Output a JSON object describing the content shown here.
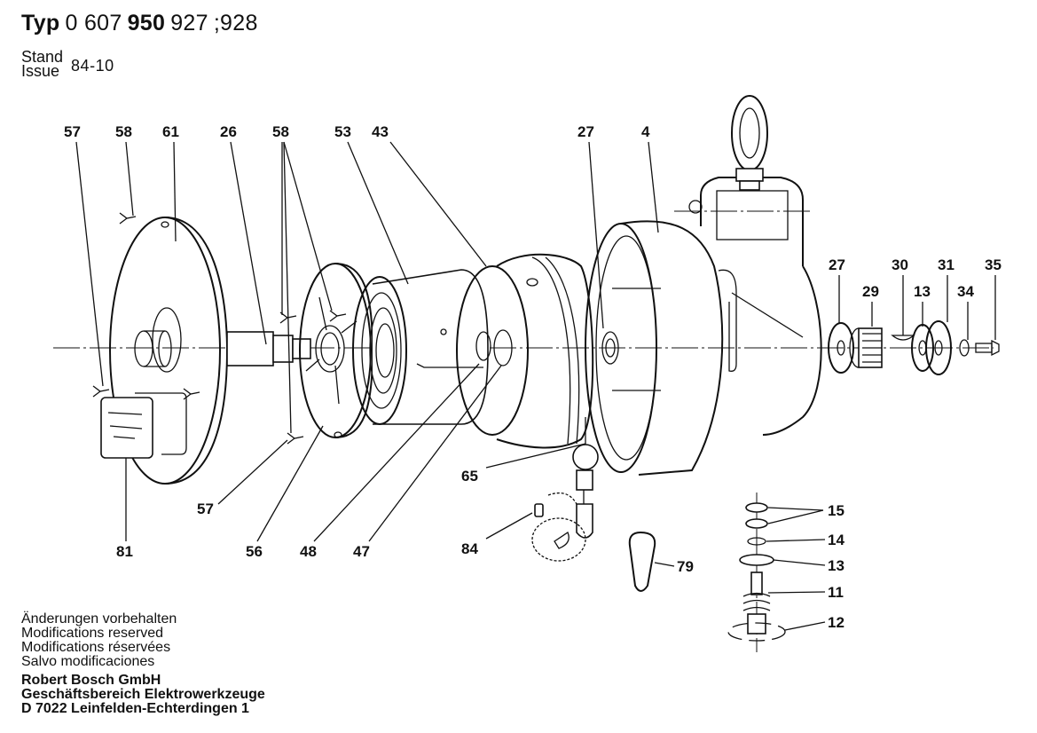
{
  "header": {
    "type_prefix": "Typ",
    "type_part1": "0 607",
    "type_part2": "950",
    "type_part3": "927",
    "type_part4": ";928",
    "issue_label_de": "Stand",
    "issue_label_en": "Issue",
    "issue_value": "84-10"
  },
  "footer": {
    "notes": [
      "Änderungen vorbehalten",
      "Modifications reserved",
      "Modifications réservées",
      "Salvo modificaciones"
    ],
    "company": [
      "Robert Bosch GmbH",
      "Geschäftsbereich Elektrowerkzeuge",
      "D 7022 Leinfelden-Echterdingen 1"
    ]
  },
  "callouts": {
    "c57_top": "57",
    "c58_top": "58",
    "c61": "61",
    "c26": "26",
    "c58_mid": "58",
    "c53": "53",
    "c43": "43",
    "c27_top": "27",
    "c4": "4",
    "c27_right": "27",
    "c29": "29",
    "c30": "30",
    "c13_right": "13",
    "c31": "31",
    "c34": "34",
    "c35": "35",
    "c15": "15",
    "c14": "14",
    "c13_low": "13",
    "c11": "11",
    "c12": "12",
    "c65": "65",
    "c84": "84",
    "c79": "79",
    "c57_bot": "57",
    "c56": "56",
    "c48": "48",
    "c47": "47",
    "c81": "81"
  }
}
